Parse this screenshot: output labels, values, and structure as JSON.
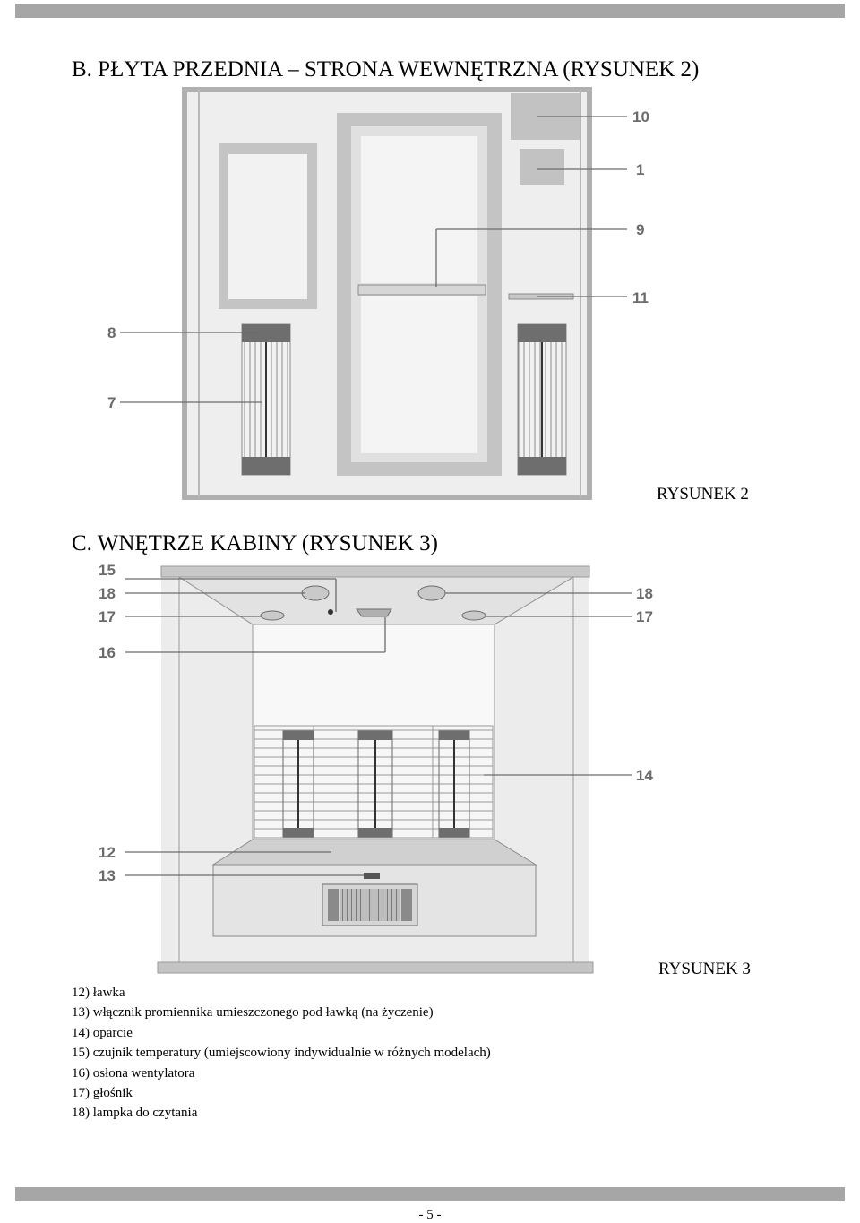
{
  "section_b": {
    "heading": "B. PŁYTA PRZEDNIA – STRONA WEWNĘTRZNA (RYSUNEK 2)"
  },
  "figure2": {
    "caption": "RYSUNEK 2",
    "callouts": {
      "c10": "10",
      "c1": "1",
      "c9": "9",
      "c11": "11",
      "c8": "8",
      "c7": "7"
    }
  },
  "section_c": {
    "heading": "C. WNĘTRZE KABINY (RYSUNEK 3)"
  },
  "figure3": {
    "caption": "RYSUNEK 3",
    "callouts": {
      "l15": "15",
      "l18": "18",
      "l17": "17",
      "l16": "16",
      "l12": "12",
      "l13": "13",
      "r18": "18",
      "r17": "17",
      "r14": "14"
    }
  },
  "legend": [
    "12) ławka",
    "13) włącznik promiennika umieszczonego pod ławką (na życzenie)",
    "14) oparcie",
    "15) czujnik temperatury (umiejscowiony indywidualnie w różnych modelach)",
    "16) osłona wentylatora",
    "17) głośnik",
    "18) lampka do czytania"
  ],
  "footer": {
    "page_number": "- 5 -"
  }
}
